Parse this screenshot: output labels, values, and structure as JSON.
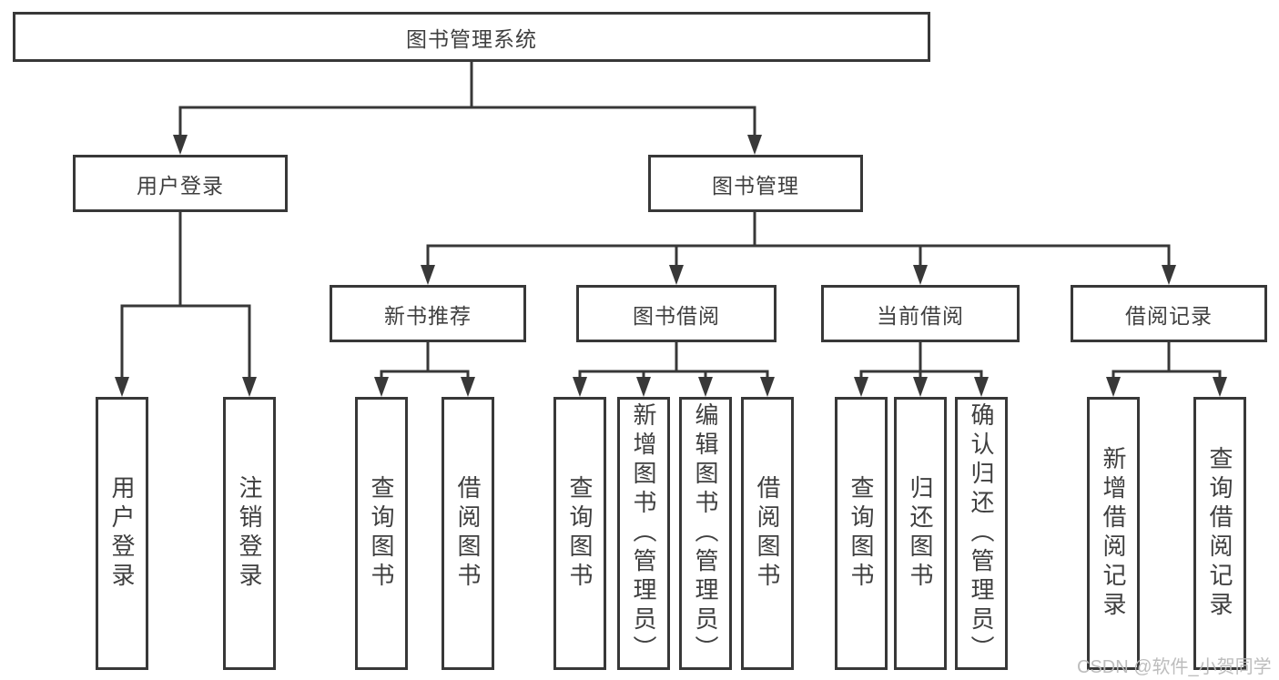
{
  "tree": {
    "root": {
      "label": "图书管理系统",
      "children": [
        {
          "label": "用户登录",
          "children": [
            {
              "label": "用户登录"
            },
            {
              "label": "注销登录"
            }
          ]
        },
        {
          "label": "图书管理",
          "children": [
            {
              "label": "新书推荐",
              "children": [
                {
                  "label": "查询图书"
                },
                {
                  "label": "借阅图书"
                }
              ]
            },
            {
              "label": "图书借阅",
              "children": [
                {
                  "label": "查询图书"
                },
                {
                  "label": "新增图书（管理员）"
                },
                {
                  "label": "编辑图书（管理员）"
                },
                {
                  "label": "借阅图书"
                }
              ]
            },
            {
              "label": "当前借阅",
              "children": [
                {
                  "label": "查询图书"
                },
                {
                  "label": "归还图书"
                },
                {
                  "label": "确认归还（管理员）"
                }
              ]
            },
            {
              "label": "借阅记录",
              "children": [
                {
                  "label": "新增借阅记录"
                },
                {
                  "label": "查询借阅记录"
                }
              ]
            }
          ]
        }
      ]
    }
  },
  "watermark": {
    "text": "CSDN @软件_小贺同学"
  },
  "colors": {
    "line": "#383838",
    "box_border": "#383838",
    "text": "#3f3f3f",
    "background": "#ffffff",
    "watermark": "#b9b9b9"
  }
}
